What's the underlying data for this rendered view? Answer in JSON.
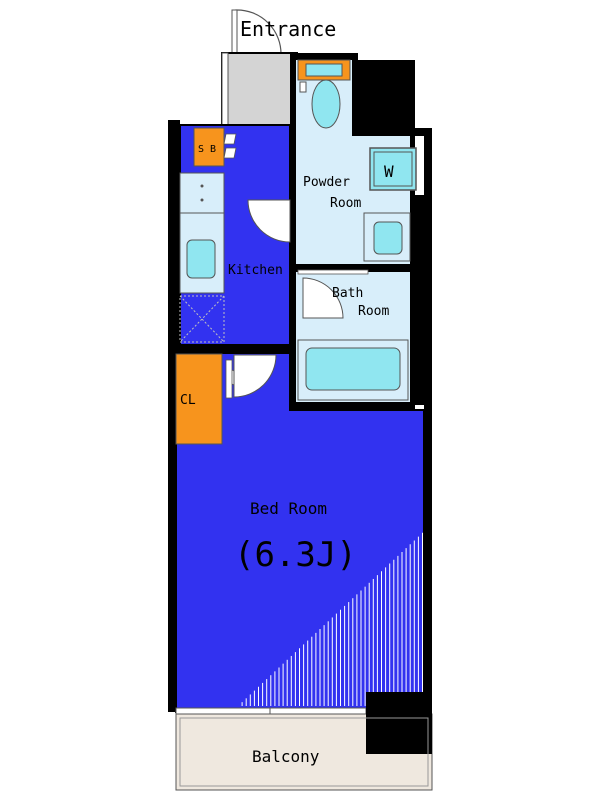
{
  "labels": {
    "entrance": "Entrance",
    "sb": "S B",
    "powder_room": [
      "Powder",
      "Room"
    ],
    "washer": "W",
    "kitchen": "Kitchen",
    "bath_room": [
      "Bath",
      "Room"
    ],
    "closet": "CL",
    "bed_room": "Bed Room",
    "bed_room_size": "(6.3J)",
    "balcony": "Balcony"
  },
  "colors": {
    "wall": "#000000",
    "bedroom_floor": "#3232f0",
    "wet_area_floor": "#d8eefa",
    "fixture": "#90e6f0",
    "storage": "#f7941d",
    "entrance_floor": "#d4d4d4",
    "balcony_floor": "#efe8df",
    "hatch": "#ffffff",
    "outline": "#555555"
  }
}
